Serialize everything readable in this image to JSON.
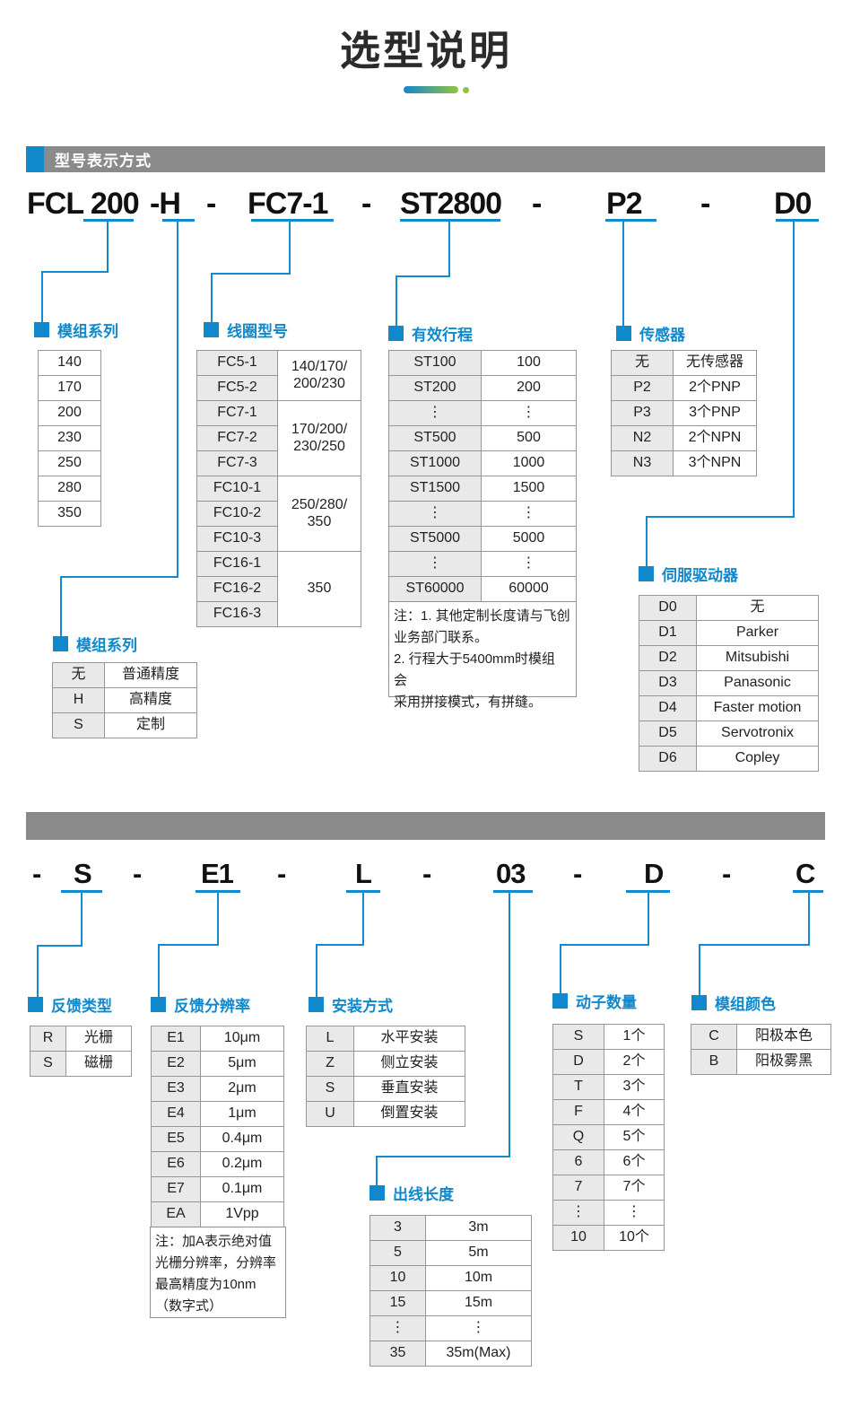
{
  "title": "选型说明",
  "section1": {
    "bar_label": "型号表示方式",
    "code": [
      "FCL 200",
      "-H",
      "-",
      "FC7-1",
      "-",
      "ST2800",
      "-",
      "P2",
      "-",
      "D0"
    ]
  },
  "section2": {
    "code": [
      "-",
      "S",
      "-",
      "E1",
      "-",
      "L",
      "-",
      "03",
      "-",
      "D",
      "-",
      "C"
    ]
  },
  "labels": {
    "series": "模组系列",
    "coil": "线圈型号",
    "stroke": "有效行程",
    "sensor": "传感器",
    "driver": "伺服驱动器",
    "precision": "模组系列",
    "fb_type": "反馈类型",
    "fb_res": "反馈分辨率",
    "mount": "安装方式",
    "cable": "出线长度",
    "mover": "动子数量",
    "color": "模组颜色"
  },
  "tables": {
    "series": {
      "rows": [
        [
          "140"
        ],
        [
          "170"
        ],
        [
          "200"
        ],
        [
          "230"
        ],
        [
          "250"
        ],
        [
          "280"
        ],
        [
          "350"
        ]
      ]
    },
    "coil": {
      "rows": [
        [
          "FC5-1",
          {
            "t": "140/170/\n200/230",
            "rs": 2
          }
        ],
        [
          "FC5-2"
        ],
        [
          "FC7-1",
          {
            "t": "170/200/\n230/250",
            "rs": 3
          }
        ],
        [
          "FC7-2"
        ],
        [
          "FC7-3"
        ],
        [
          "FC10-1",
          {
            "t": "250/280/\n350",
            "rs": 3
          }
        ],
        [
          "FC10-2"
        ],
        [
          "FC10-3"
        ],
        [
          "FC16-1",
          {
            "t": "350",
            "rs": 3
          }
        ],
        [
          "FC16-2"
        ],
        [
          "FC16-3"
        ]
      ]
    },
    "stroke": {
      "rows": [
        [
          "ST100",
          "100"
        ],
        [
          "ST200",
          "200"
        ],
        [
          "⋮",
          "⋮"
        ],
        [
          "ST500",
          "500"
        ],
        [
          "ST1000",
          "1000"
        ],
        [
          "ST1500",
          "1500"
        ],
        [
          "⋮",
          "⋮"
        ],
        [
          "ST5000",
          "5000"
        ],
        [
          "⋮",
          "⋮"
        ],
        [
          "ST60000",
          "60000"
        ]
      ]
    },
    "sensor": {
      "rows": [
        [
          "无",
          "无传感器"
        ],
        [
          "P2",
          "2个PNP"
        ],
        [
          "P3",
          "3个PNP"
        ],
        [
          "N2",
          "2个NPN"
        ],
        [
          "N3",
          "3个NPN"
        ]
      ]
    },
    "driver": {
      "rows": [
        [
          "D0",
          "无"
        ],
        [
          "D1",
          "Parker"
        ],
        [
          "D2",
          "Mitsubishi"
        ],
        [
          "D3",
          "Panasonic"
        ],
        [
          "D4",
          "Faster motion"
        ],
        [
          "D5",
          "Servotronix"
        ],
        [
          "D6",
          "Copley"
        ]
      ]
    },
    "precision": {
      "rows": [
        [
          "无",
          "普通精度"
        ],
        [
          "H",
          "高精度"
        ],
        [
          "S",
          "定制"
        ]
      ]
    },
    "fb_type": {
      "rows": [
        [
          "R",
          "光栅"
        ],
        [
          "S",
          "磁栅"
        ]
      ]
    },
    "fb_res": {
      "rows": [
        [
          "E1",
          "10μm"
        ],
        [
          "E2",
          "5μm"
        ],
        [
          "E3",
          "2μm"
        ],
        [
          "E4",
          "1μm"
        ],
        [
          "E5",
          "0.4μm"
        ],
        [
          "E6",
          "0.2μm"
        ],
        [
          "E7",
          "0.1μm"
        ],
        [
          "EA",
          "1Vpp"
        ]
      ]
    },
    "mount": {
      "rows": [
        [
          "L",
          "水平安装"
        ],
        [
          "Z",
          "侧立安装"
        ],
        [
          "S",
          "垂直安装"
        ],
        [
          "U",
          "倒置安装"
        ]
      ]
    },
    "cable": {
      "rows": [
        [
          "3",
          "3m"
        ],
        [
          "5",
          "5m"
        ],
        [
          "10",
          "10m"
        ],
        [
          "15",
          "15m"
        ],
        [
          "⋮",
          "⋮"
        ],
        [
          "35",
          "35m(Max)"
        ]
      ]
    },
    "mover": {
      "rows": [
        [
          "S",
          "1个"
        ],
        [
          "D",
          "2个"
        ],
        [
          "T",
          "3个"
        ],
        [
          "F",
          "4个"
        ],
        [
          "Q",
          "5个"
        ],
        [
          "6",
          "6个"
        ],
        [
          "7",
          "7个"
        ],
        [
          "⋮",
          "⋮"
        ],
        [
          "10",
          "10个"
        ]
      ]
    },
    "color": {
      "rows": [
        [
          "C",
          "阳极本色"
        ],
        [
          "B",
          "阳极雾黑"
        ]
      ]
    }
  },
  "notes": {
    "stroke": "注：1. 其他定制长度请与飞创\n业务部门联系。\n2. 行程大于5400mm时模组 会\n采用拼接模式，有拼缝。",
    "resolution": "注：加A表示绝对值\n光栅分辨率，分辨率\n最高精度为10nm\n（数字式）"
  },
  "colors": {
    "accent_blue": "#0f88cc",
    "bar_gray": "#8a8a8a",
    "gradient_green": "#8fc53e"
  }
}
